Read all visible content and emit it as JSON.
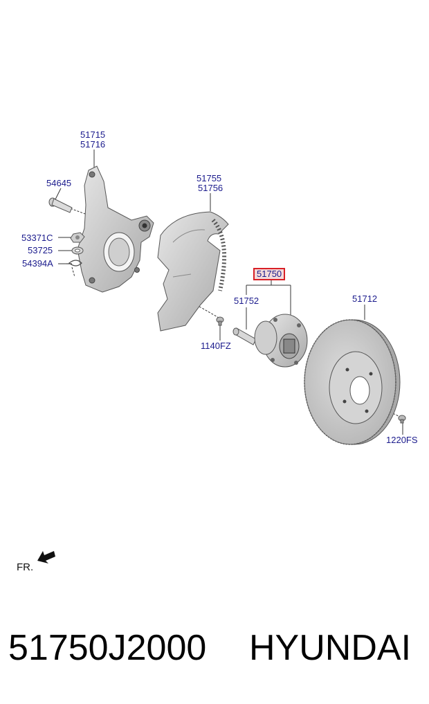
{
  "labels": {
    "knuckle_a": "51715",
    "knuckle_b": "51716",
    "bolt": "54645",
    "nut": "53371C",
    "washer": "53725",
    "clip": "54394A",
    "shield_a": "51755",
    "shield_b": "51756",
    "hub_assy": "51750",
    "hub_bolt": "51752",
    "shield_screw": "1140FZ",
    "disc": "51712",
    "disc_screw": "1220FS"
  },
  "front_marker": "FR.",
  "footer": {
    "part_number": "51750J2000",
    "brand": "HYUNDAI"
  },
  "colors": {
    "label_text": "#1a1a8c",
    "highlight_border": "#d81f26",
    "highlight_fill": "#f3dada",
    "part_fill": "#c9c9c9",
    "part_edge": "#555555"
  }
}
